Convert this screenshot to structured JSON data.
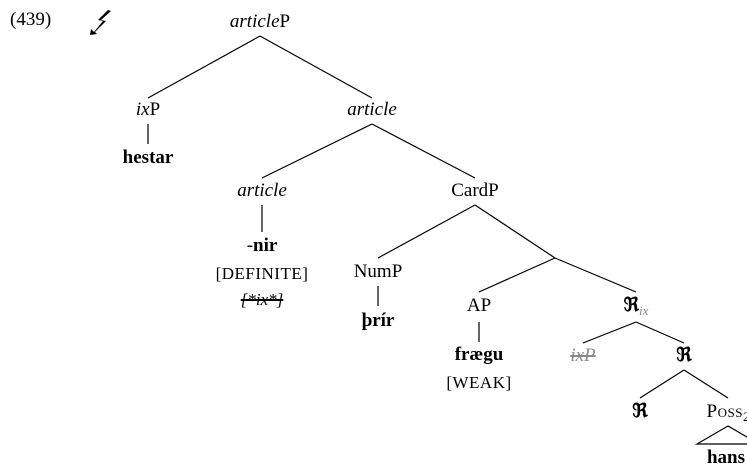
{
  "example_number": "(439)",
  "icon": "lightning-bolt-icon",
  "nodes": {
    "root": {
      "pre": "article",
      "post": "P"
    },
    "ixp": {
      "pre": "ix",
      "post": "P"
    },
    "hestar": "hestar",
    "article_bar": "article",
    "article_head": "article",
    "nir": {
      "hyphen": "-",
      "word": "nir"
    },
    "definite": "[DEFINITE]",
    "ix_feature": "[*ix*]",
    "cardp": "CardP",
    "nump": "NumP",
    "prir": "þrír",
    "ap": "AP",
    "fraegu": "frægu",
    "weak": "[WEAK]",
    "r_ix": {
      "symbol": "ℜ",
      "sub": "ix"
    },
    "ixp_trace": "ixP",
    "r_mid": "ℜ",
    "r_low": "ℜ",
    "poss": {
      "label": "Poss",
      "sub": "2"
    },
    "hans": "hans"
  }
}
